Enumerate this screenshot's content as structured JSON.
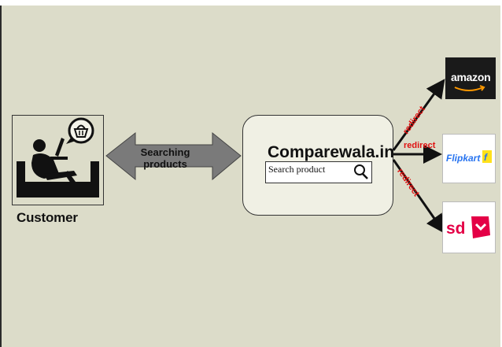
{
  "customer": {
    "label": "Customer"
  },
  "connector": {
    "label": "Searching products",
    "label_lines": [
      "Searching",
      "products"
    ]
  },
  "site": {
    "title": "Comparewala.in",
    "search_placeholder": "Search product"
  },
  "redirects": [
    {
      "label": "redirect",
      "target": "amazon"
    },
    {
      "label": "redirect",
      "target": "flipkart"
    },
    {
      "label": "redirect",
      "target": "snapdeal"
    }
  ],
  "logos": {
    "amazon": "amazon",
    "flipkart": "Flipkart",
    "snapdeal": "sd"
  },
  "colors": {
    "background": "#dcdcc9",
    "redirect_text": "#e01010",
    "arrow_gray": "#7a7a7a"
  }
}
